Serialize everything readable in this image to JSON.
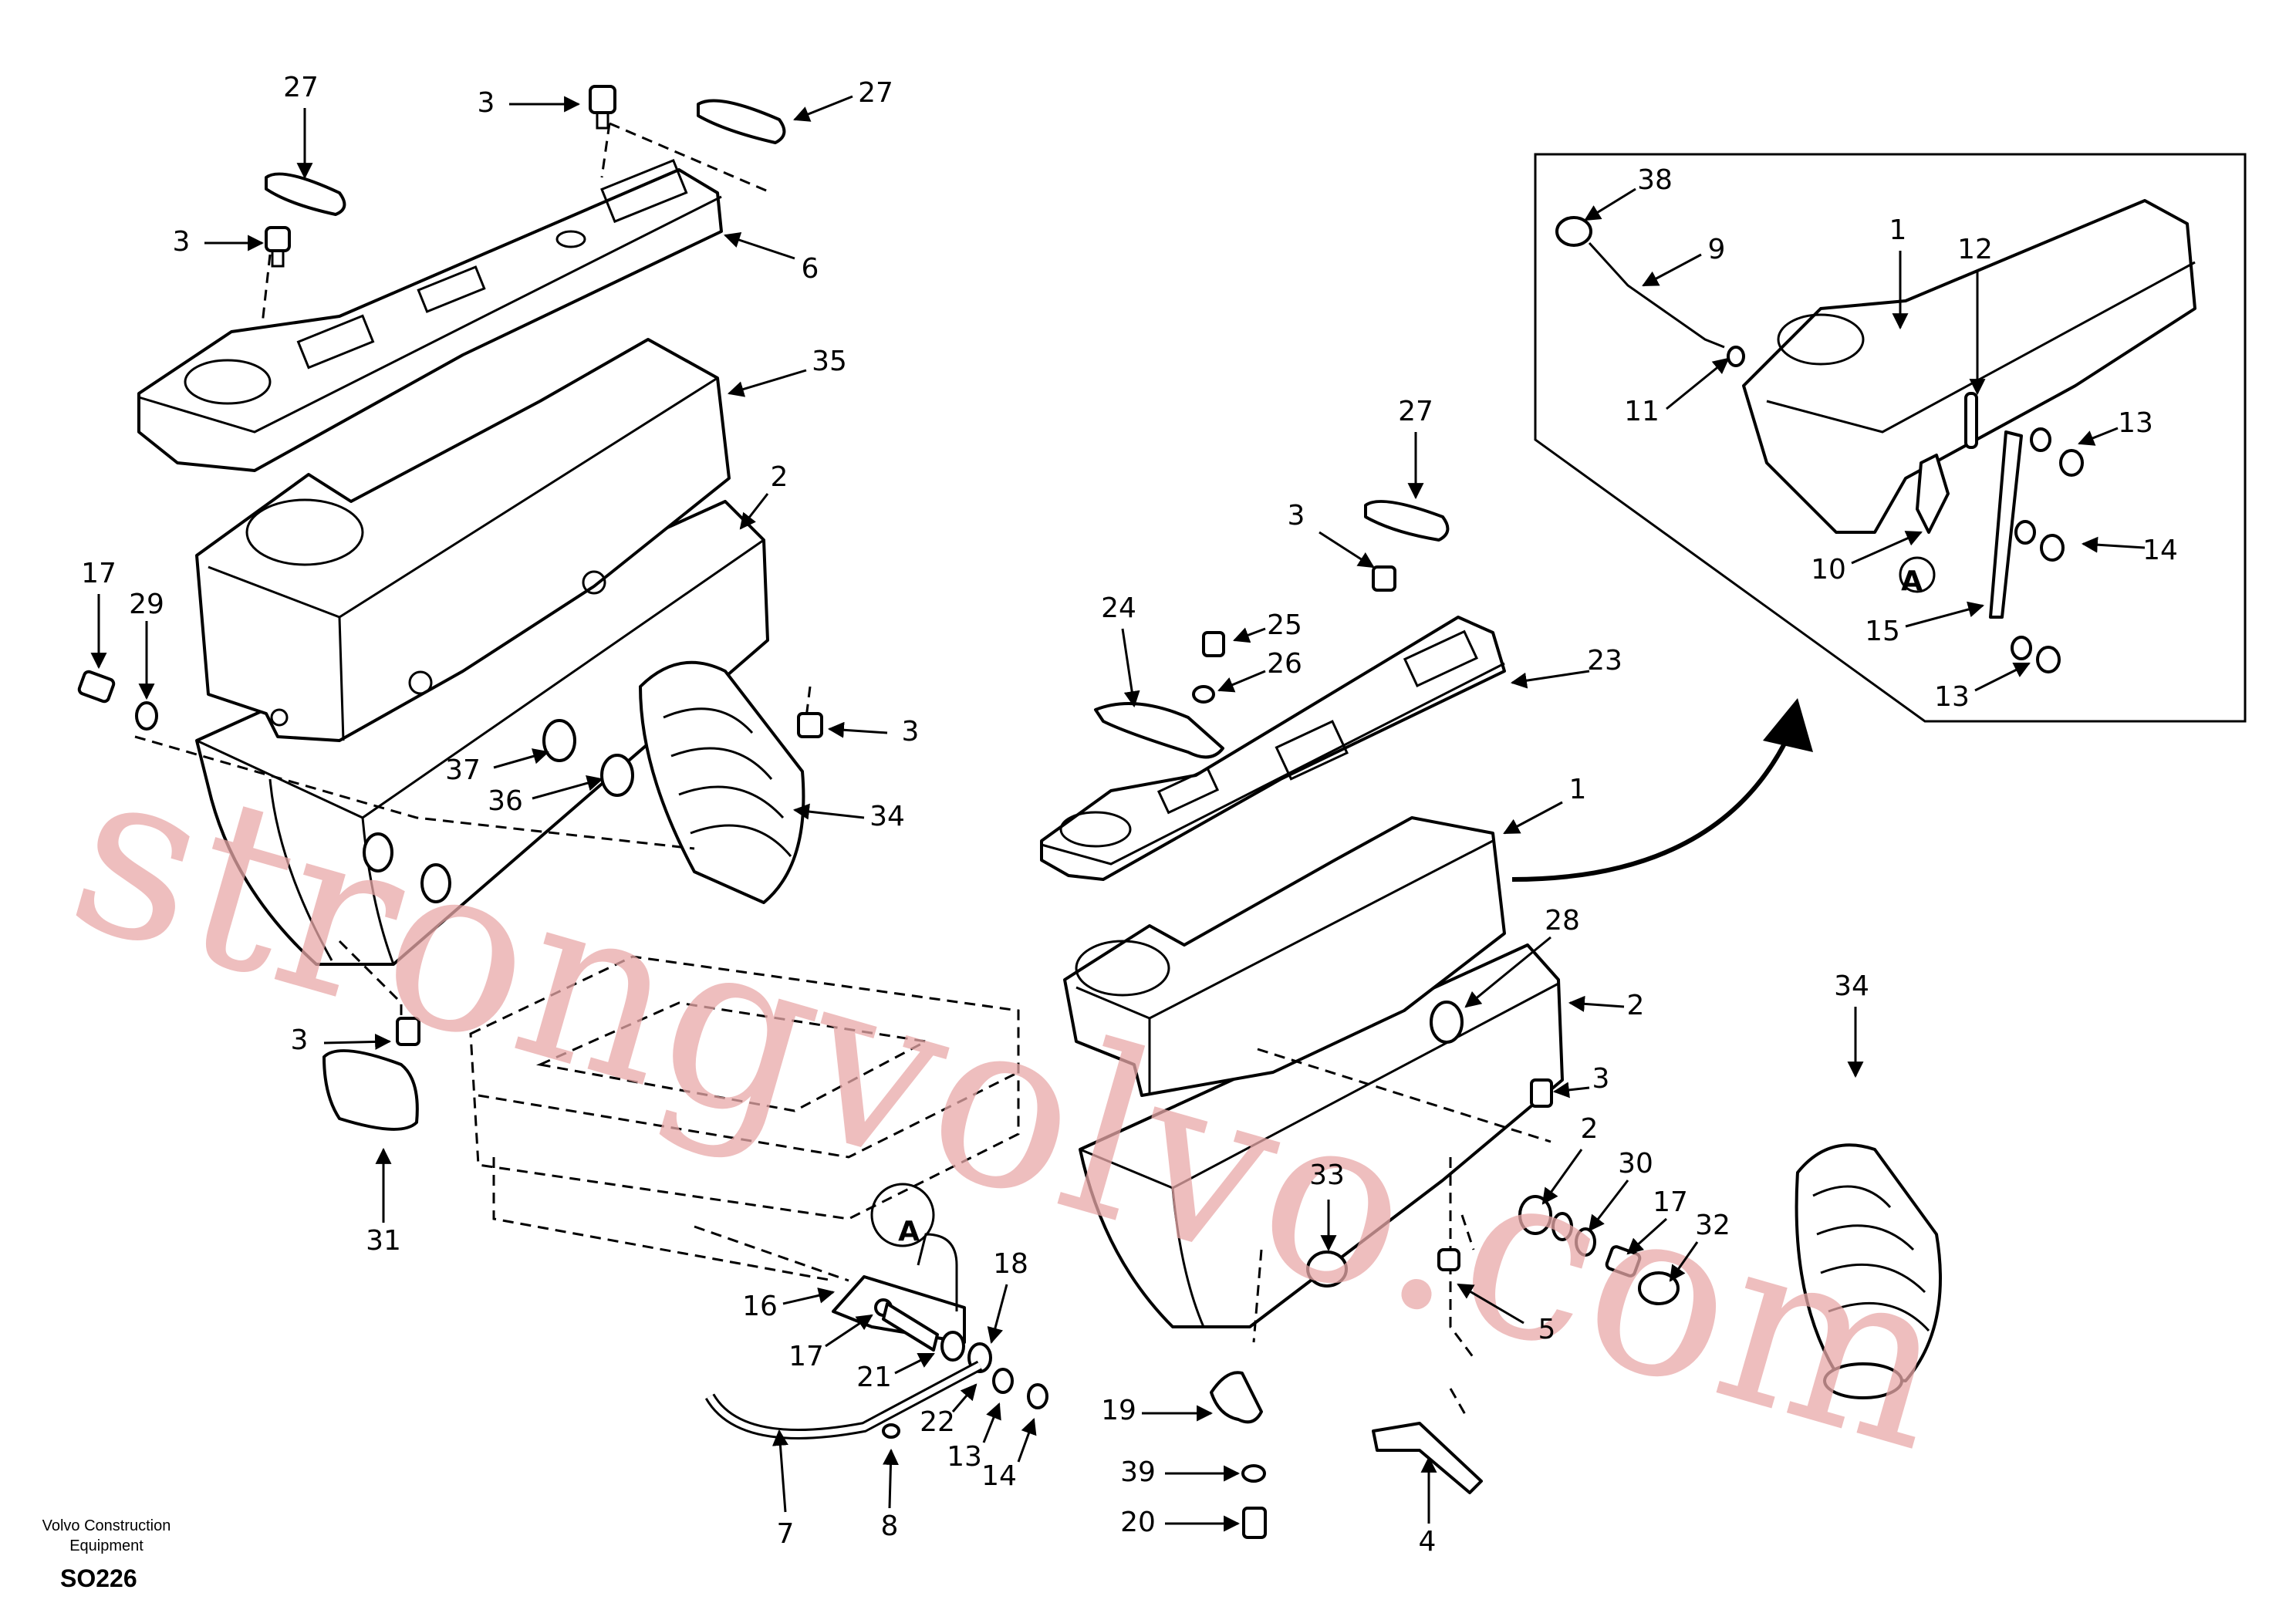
{
  "footer": {
    "brand_line1": "Volvo Construction",
    "brand_line2": "Equipment",
    "drawing_code": "SO226"
  },
  "watermark": "strongvolvo.com",
  "callouts": [
    {
      "id": "c27a",
      "label": "27"
    },
    {
      "id": "c3a",
      "label": "3"
    },
    {
      "id": "c27b",
      "label": "27"
    },
    {
      "id": "c3b",
      "label": "3"
    },
    {
      "id": "c6",
      "label": "6"
    },
    {
      "id": "c35",
      "label": "35"
    },
    {
      "id": "c2a",
      "label": "2"
    },
    {
      "id": "c17a",
      "label": "17"
    },
    {
      "id": "c29",
      "label": "29"
    },
    {
      "id": "c3c",
      "label": "3"
    },
    {
      "id": "c37",
      "label": "37"
    },
    {
      "id": "c36",
      "label": "36"
    },
    {
      "id": "c34a",
      "label": "34"
    },
    {
      "id": "c3d",
      "label": "3"
    },
    {
      "id": "c31",
      "label": "31"
    },
    {
      "id": "c16",
      "label": "16"
    },
    {
      "id": "c17b",
      "label": "17"
    },
    {
      "id": "c18",
      "label": "18"
    },
    {
      "id": "c21",
      "label": "21"
    },
    {
      "id": "c22",
      "label": "22"
    },
    {
      "id": "c13a",
      "label": "13"
    },
    {
      "id": "c14a",
      "label": "14"
    },
    {
      "id": "c7",
      "label": "7"
    },
    {
      "id": "c8",
      "label": "8"
    },
    {
      "id": "cA1",
      "label": "A"
    },
    {
      "id": "c27c",
      "label": "27"
    },
    {
      "id": "c3e",
      "label": "3"
    },
    {
      "id": "c24",
      "label": "24"
    },
    {
      "id": "c25",
      "label": "25"
    },
    {
      "id": "c26",
      "label": "26"
    },
    {
      "id": "c23",
      "label": "23"
    },
    {
      "id": "c1a",
      "label": "1"
    },
    {
      "id": "c28",
      "label": "28"
    },
    {
      "id": "c2b",
      "label": "2"
    },
    {
      "id": "c3f",
      "label": "3"
    },
    {
      "id": "c2c",
      "label": "2"
    },
    {
      "id": "c30",
      "label": "30"
    },
    {
      "id": "c17c",
      "label": "17"
    },
    {
      "id": "c32",
      "label": "32"
    },
    {
      "id": "c33",
      "label": "33"
    },
    {
      "id": "c5",
      "label": "5"
    },
    {
      "id": "c19",
      "label": "19"
    },
    {
      "id": "c39",
      "label": "39"
    },
    {
      "id": "c20",
      "label": "20"
    },
    {
      "id": "c4",
      "label": "4"
    },
    {
      "id": "c34b",
      "label": "34"
    },
    {
      "id": "c38",
      "label": "38"
    },
    {
      "id": "c9",
      "label": "9"
    },
    {
      "id": "c1b",
      "label": "1"
    },
    {
      "id": "c12",
      "label": "12"
    },
    {
      "id": "c11",
      "label": "11"
    },
    {
      "id": "c13b",
      "label": "13"
    },
    {
      "id": "c14b",
      "label": "14"
    },
    {
      "id": "c10",
      "label": "10"
    },
    {
      "id": "cA2",
      "label": "A"
    },
    {
      "id": "c15",
      "label": "15"
    },
    {
      "id": "c13c",
      "label": "13"
    }
  ]
}
